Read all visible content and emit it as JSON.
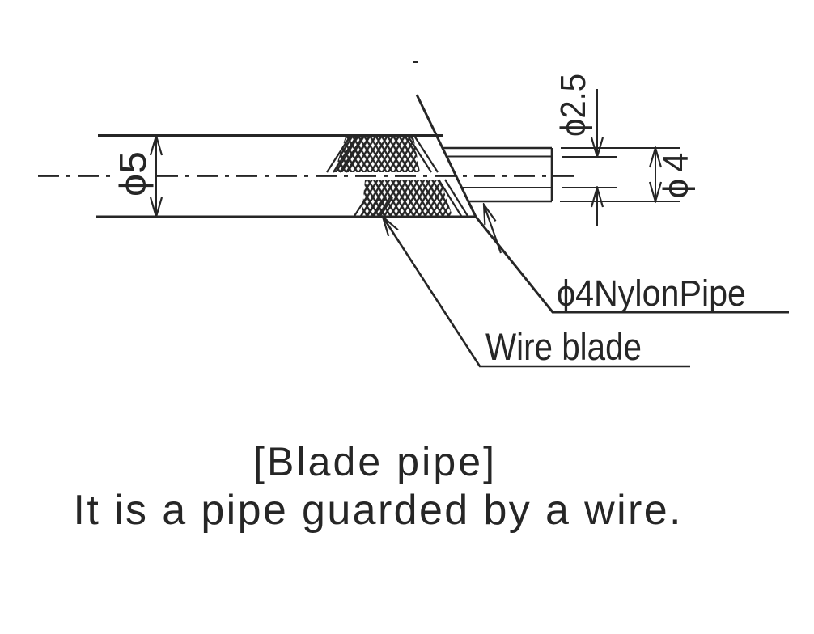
{
  "diagram": {
    "background_color": "#ffffff",
    "line_color": "#262626",
    "dim_outer_pipe": "ϕ5",
    "dim_inner_bore": "ϕ2.5",
    "dim_nylon_pipe": "ϕ4",
    "label_nylon_pipe": "ϕ4NylonPipe",
    "label_wire_blade": "Wire blade"
  },
  "caption": {
    "title": "[Blade pipe]",
    "description": "It is a pipe guarded by a wire."
  }
}
